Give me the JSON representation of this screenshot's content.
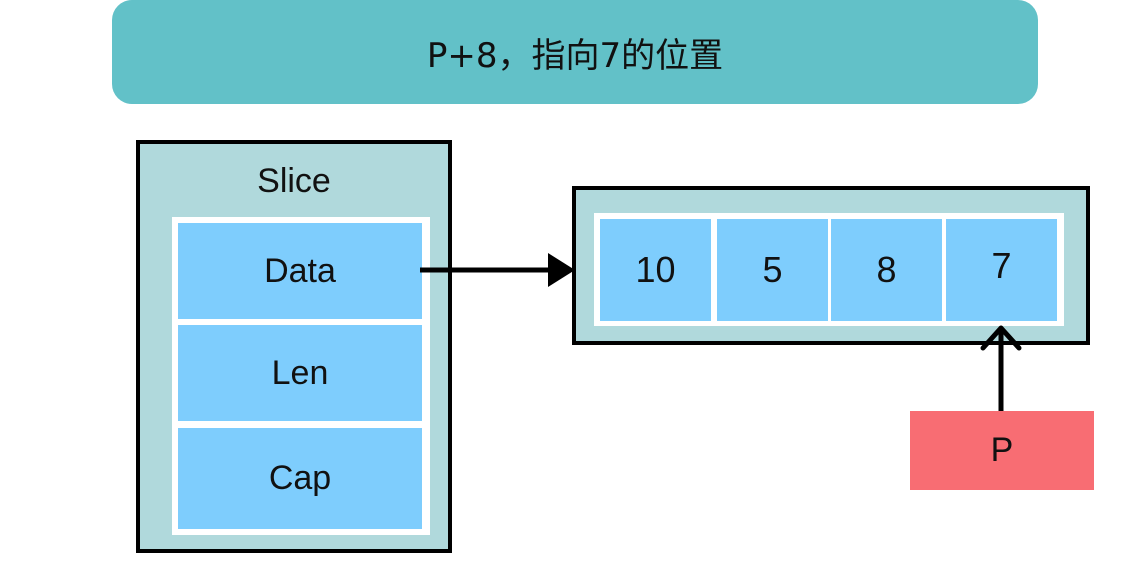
{
  "title": "P+8，指向7的位置",
  "slice": {
    "label": "Slice",
    "fields": [
      {
        "label": "Data"
      },
      {
        "label": "Len"
      },
      {
        "label": "Cap"
      }
    ]
  },
  "array": {
    "cells": [
      {
        "value": "10"
      },
      {
        "value": "5"
      },
      {
        "value": "8"
      },
      {
        "value": "7"
      }
    ]
  },
  "pointer": {
    "label": "P"
  },
  "colors": {
    "banner": "#62c1c8",
    "container": "#b0d9dc",
    "cell": "#7ecdfd",
    "pointer": "#f86d73",
    "border": "#000000"
  }
}
